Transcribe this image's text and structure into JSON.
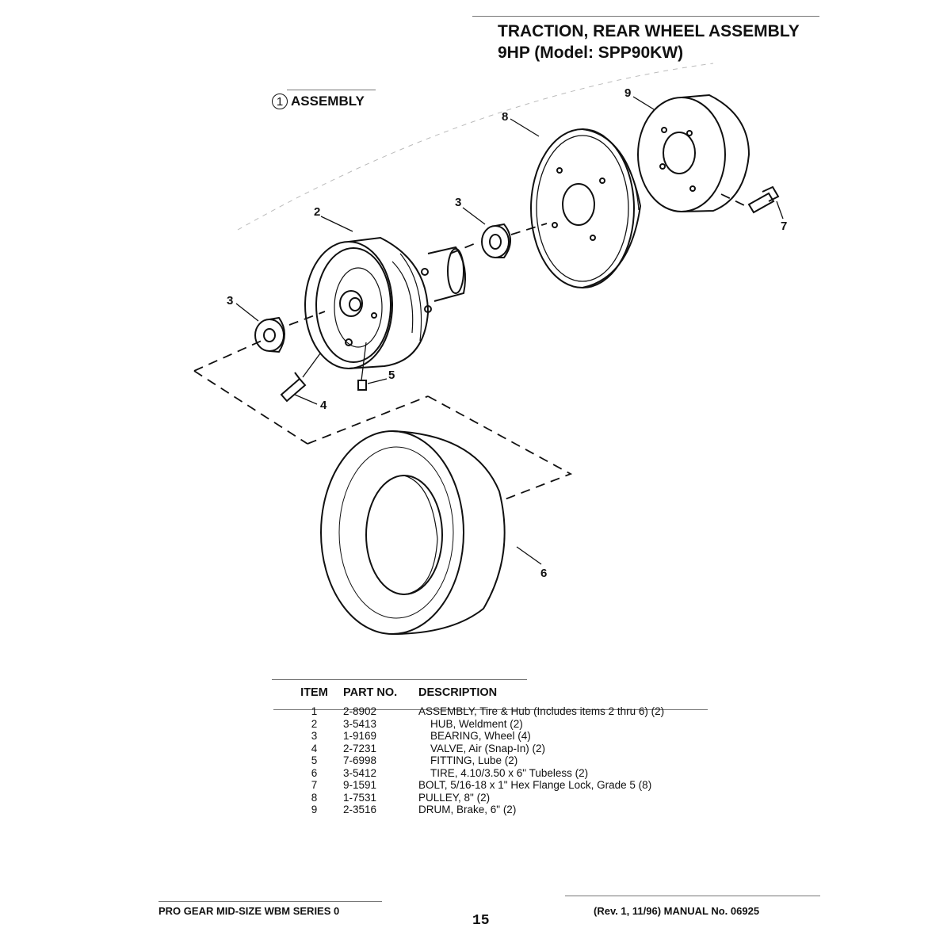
{
  "header": {
    "title_line1": "TRACTION, REAR WHEEL ASSEMBLY",
    "title_line2": "9HP (Model: SPP90KW)"
  },
  "diagram": {
    "assembly_number": "1",
    "assembly_label": "ASSEMBLY",
    "callouts": [
      "2",
      "3",
      "3",
      "4",
      "5",
      "6",
      "7",
      "8",
      "9"
    ]
  },
  "parts_table": {
    "headers": {
      "item": "ITEM",
      "part": "PART NO.",
      "description": "DESCRIPTION"
    },
    "rows": [
      {
        "item": "1",
        "part": "2-8902",
        "description": "ASSEMBLY, Tire & Hub (Includes items 2 thru 6) (2)"
      },
      {
        "item": "2",
        "part": "3-5413",
        "description": "HUB, Weldment (2)"
      },
      {
        "item": "3",
        "part": "1-9169",
        "description": "BEARING, Wheel (4)"
      },
      {
        "item": "4",
        "part": "2-7231",
        "description": "VALVE, Air (Snap-In) (2)"
      },
      {
        "item": "5",
        "part": "7-6998",
        "description": "FITTING, Lube (2)"
      },
      {
        "item": "6",
        "part": "3-5412",
        "description": "TIRE, 4.10/3.50 x 6\" Tubeless (2)"
      },
      {
        "item": "7",
        "part": "9-1591",
        "description": "BOLT, 5/16-18 x 1\" Hex Flange Lock, Grade 5 (8)"
      },
      {
        "item": "8",
        "part": "1-7531",
        "description": "PULLEY, 8\" (2)"
      },
      {
        "item": "9",
        "part": "2-3516",
        "description": "DRUM, Brake, 6\" (2)"
      }
    ]
  },
  "footer": {
    "left": "PRO GEAR MID-SIZE WBM SERIES 0",
    "right": "(Rev. 1, 11/96) MANUAL No. 06925",
    "page_number": "15"
  }
}
